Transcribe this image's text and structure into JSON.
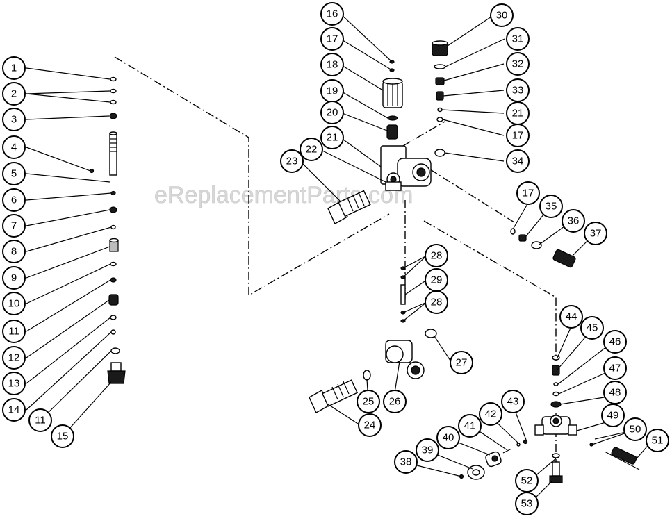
{
  "watermark": "eReplacementParts.com",
  "callouts": [
    "1",
    "2",
    "3",
    "4",
    "5",
    "6",
    "7",
    "8",
    "9",
    "10",
    "11",
    "12",
    "13",
    "14",
    "11",
    "15",
    "16",
    "17",
    "18",
    "19",
    "20",
    "21",
    "22",
    "23",
    "24",
    "25",
    "26",
    "27",
    "28",
    "29",
    "28",
    "30",
    "31",
    "32",
    "33",
    "21",
    "17",
    "34",
    "17",
    "35",
    "36",
    "37",
    "38",
    "39",
    "40",
    "41",
    "42",
    "43",
    "44",
    "45",
    "46",
    "47",
    "48",
    "49",
    "50",
    "51",
    "52",
    "53"
  ]
}
